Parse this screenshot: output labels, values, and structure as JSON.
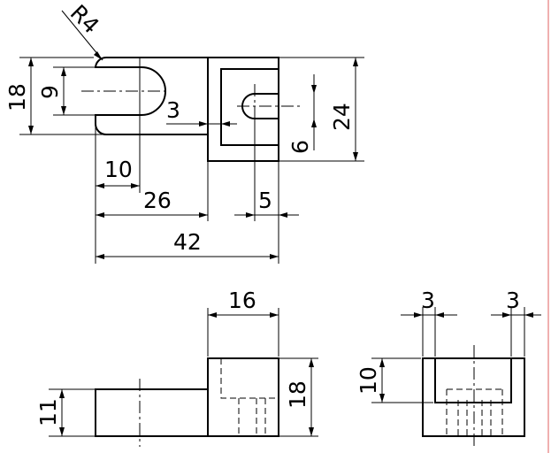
{
  "dimensions": {
    "radius": "R4",
    "top_view_height": "18",
    "slot_width": "9",
    "wall_thickness_3": "3",
    "block_height": "24",
    "small_slot": "6",
    "slot_depth": "10",
    "block_start": "26",
    "block_wall": "5",
    "overall_length": "42",
    "block_length": "16",
    "block_front_height": "18",
    "base_height": "11",
    "side_wall_left": "3",
    "side_wall_right": "3",
    "side_height": "10"
  }
}
